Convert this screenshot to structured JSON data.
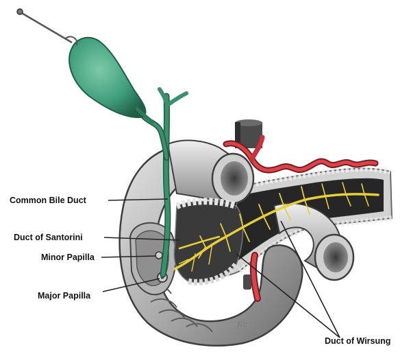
{
  "labels": {
    "common_bile_duct": "Common Bile Duct",
    "duct_of_santorini": "Duct of Santorini",
    "minor_papilla": "Minor Papilla",
    "major_papilla": "Major Papilla",
    "duct_of_wirsung": "Duct of Wirsung"
  },
  "signature": "Kc",
  "colors": {
    "gallbladder": "#3f9e7a",
    "bile_duct": "#3a8f6c",
    "pancreatic_duct": "#e6cf3b",
    "artery": "#c8323a",
    "duodenum": "#9b9b9b",
    "pancreas": "#d9d9d9",
    "aorta": "#4a4a4a"
  }
}
